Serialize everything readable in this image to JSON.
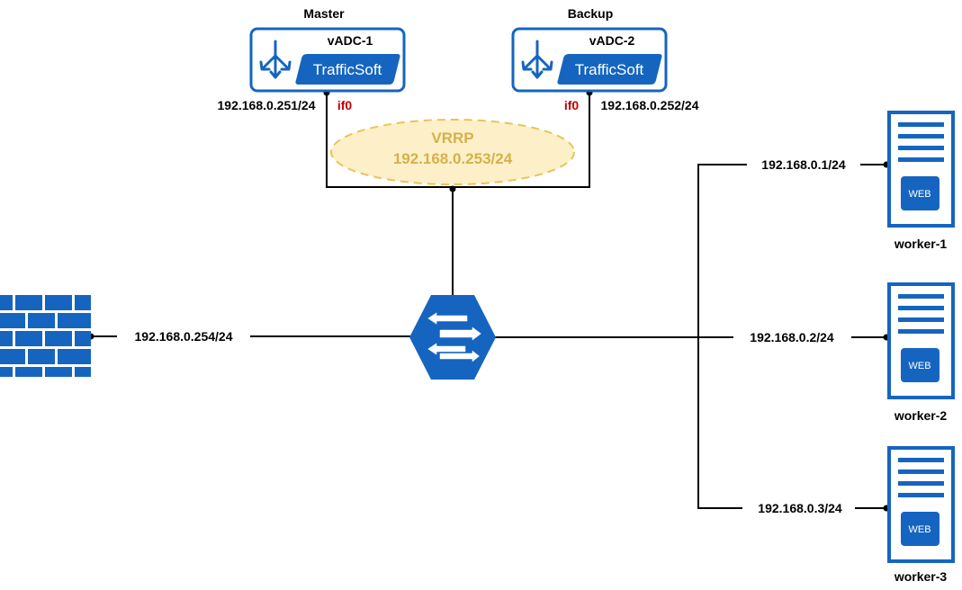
{
  "colors": {
    "device_blue": "#1565c0",
    "interface_red": "#c00000",
    "vrrp_fill": "#fdf0c8",
    "vrrp_border": "#e8c45a",
    "vrrp_text": "#d4b14b",
    "line": "#000000"
  },
  "vadc1": {
    "role": "Master",
    "name": "vADC-1",
    "brand": "TrafficSoft",
    "ip": "192.168.0.251/24",
    "interface": "if0",
    "icon": "load-balancer-icon"
  },
  "vadc2": {
    "role": "Backup",
    "name": "vADC-2",
    "brand": "TrafficSoft",
    "ip": "192.168.0.252/24",
    "interface": "if0",
    "icon": "load-balancer-icon"
  },
  "vrrp": {
    "label": "VRRP",
    "ip": "192.168.0.253/24"
  },
  "firewall": {
    "ip": "192.168.0.254/24",
    "icon": "firewall-icon"
  },
  "switch": {
    "icon": "switch-icon"
  },
  "workers": [
    {
      "name": "worker-1",
      "ip": "192.168.0.1/24",
      "badge": "WEB",
      "icon": "server-icon"
    },
    {
      "name": "worker-2",
      "ip": "192.168.0.2/24",
      "badge": "WEB",
      "icon": "server-icon"
    },
    {
      "name": "worker-3",
      "ip": "192.168.0.3/24",
      "badge": "WEB",
      "icon": "server-icon"
    }
  ]
}
